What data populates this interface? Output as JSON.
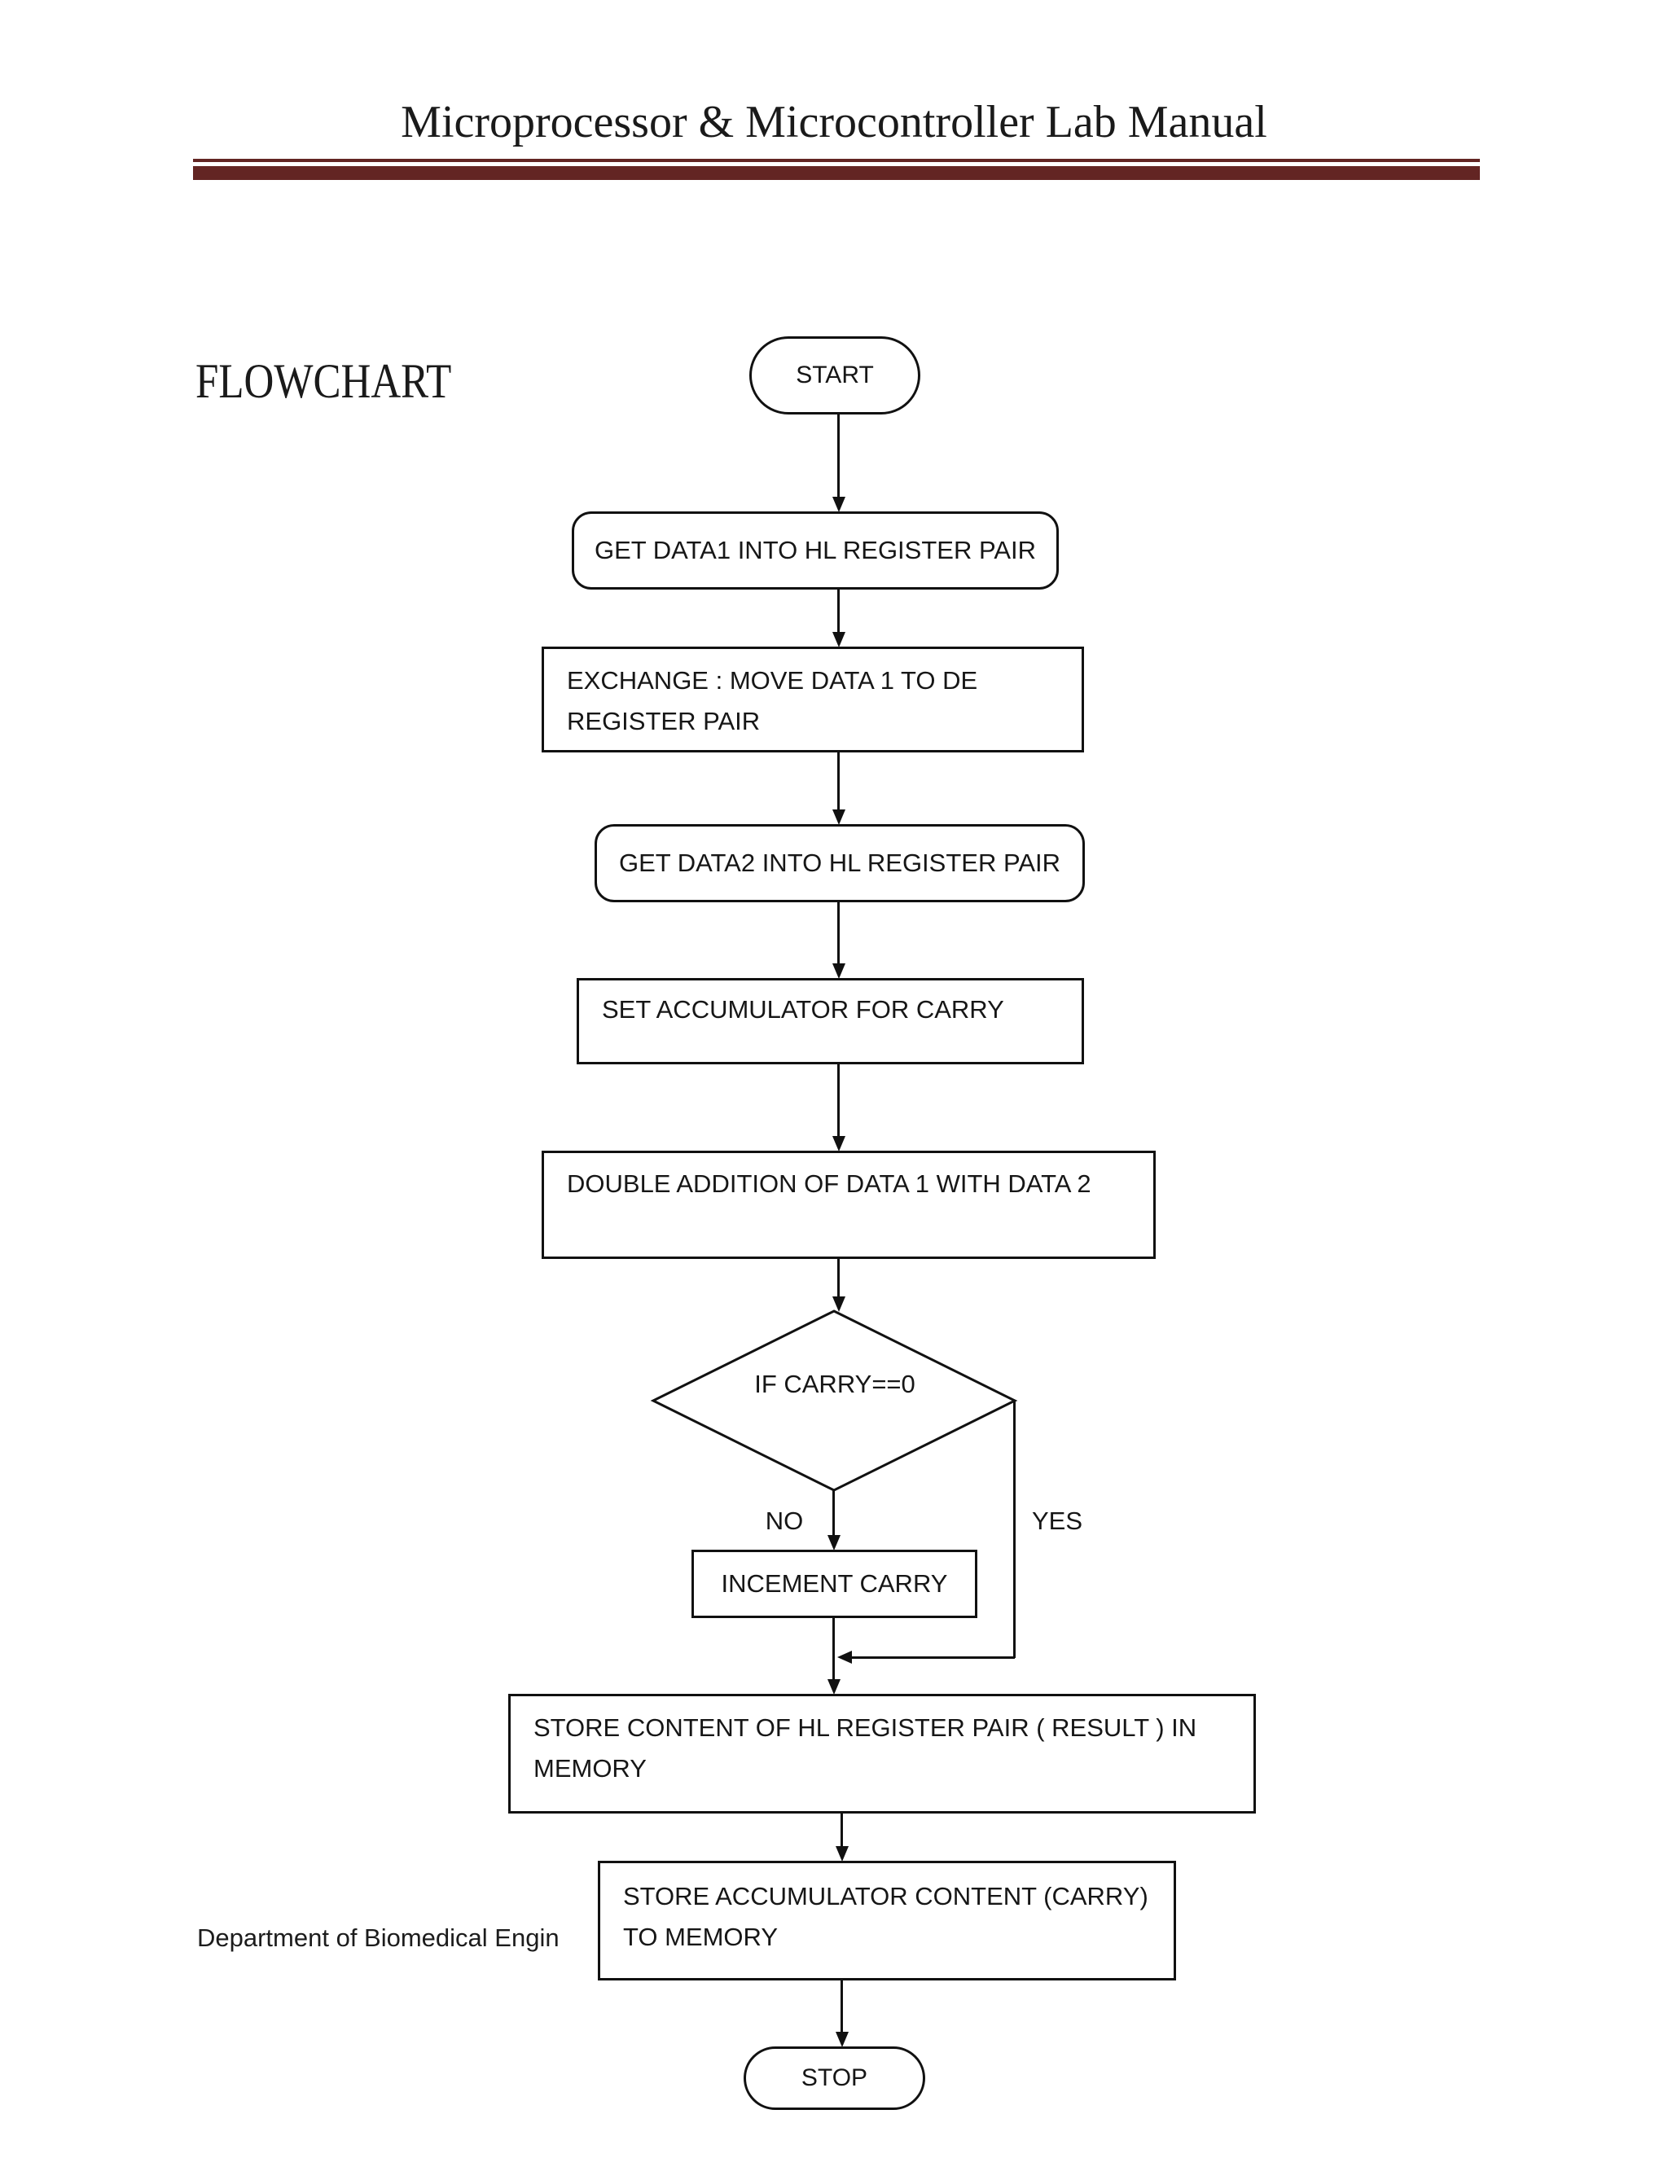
{
  "document": {
    "title": "Microprocessor & Microcontroller Lab Manual",
    "section_heading": "FLOWCHART",
    "footer_text": "Department of Biomedical Engin",
    "accent_color": "#632523"
  },
  "nodes": {
    "start": {
      "label": "START"
    },
    "get_data1": {
      "label": "GET DATA1 INTO HL REGISTER PAIR"
    },
    "exchange": {
      "line1": "EXCHANGE : MOVE DATA 1 TO DE",
      "line2": "REGISTER PAIR"
    },
    "get_data2": {
      "label": "GET DATA2 INTO HL REGISTER PAIR"
    },
    "set_accumulator": {
      "label": "SET ACCUMULATOR FOR CARRY"
    },
    "double_addition": {
      "label": "DOUBLE ADDITION OF DATA 1 WITH DATA 2"
    },
    "decision": {
      "label": "IF CARRY==0"
    },
    "increment_carry": {
      "label": "INCEMENT CARRY"
    },
    "store_result": {
      "line1": "STORE CONTENT OF HL REGISTER PAIR ( RESULT ) IN",
      "line2": "MEMORY"
    },
    "store_carry": {
      "line1": "STORE ACCUMULATOR CONTENT (CARRY)",
      "line2": "TO MEMORY"
    },
    "stop": {
      "label": "STOP"
    }
  },
  "edges": {
    "no_label": "NO",
    "yes_label": "YES"
  }
}
